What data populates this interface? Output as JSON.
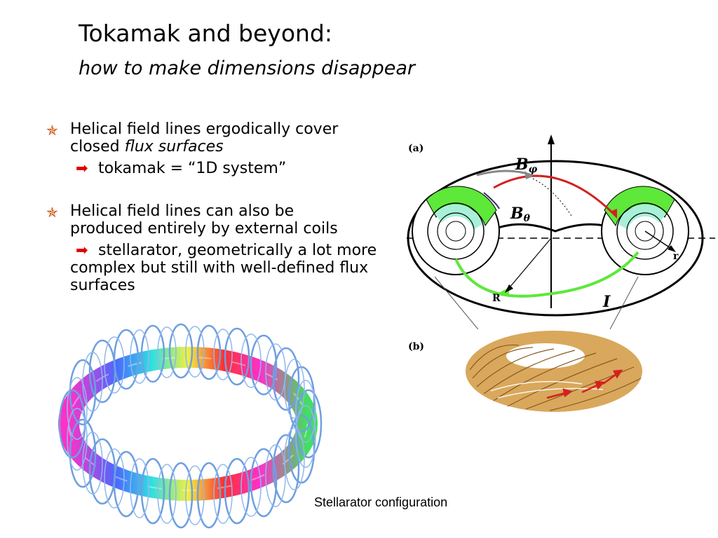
{
  "title": "Tokamak and beyond:",
  "subtitle": "how to make dimensions disappear",
  "bullets": [
    {
      "line1": "Helical field lines ergodically cover",
      "line2_plain": "closed ",
      "line2_italic": "flux surfaces",
      "sub": "tokamak = “1D system”"
    },
    {
      "line1": "Helical field lines can also be",
      "line2": "produced entirely by external coils",
      "sub": "stellarator, geometrically a lot more complex but still with well-defined flux surfaces"
    }
  ],
  "caption": "Stellarator configuration",
  "diagram": {
    "panel_a": "(a)",
    "panel_b": "(b)",
    "labels": {
      "b_phi": "B",
      "b_phi_sub": "φ",
      "b_theta": "B",
      "b_theta_sub": "θ",
      "r_small": "r",
      "r_big": "R",
      "current": "I"
    }
  },
  "colors": {
    "bullet_star": "#c84600",
    "sub_arrow": "#e00000",
    "green_band": "#5ee83a",
    "red_arrow": "#d42020"
  }
}
